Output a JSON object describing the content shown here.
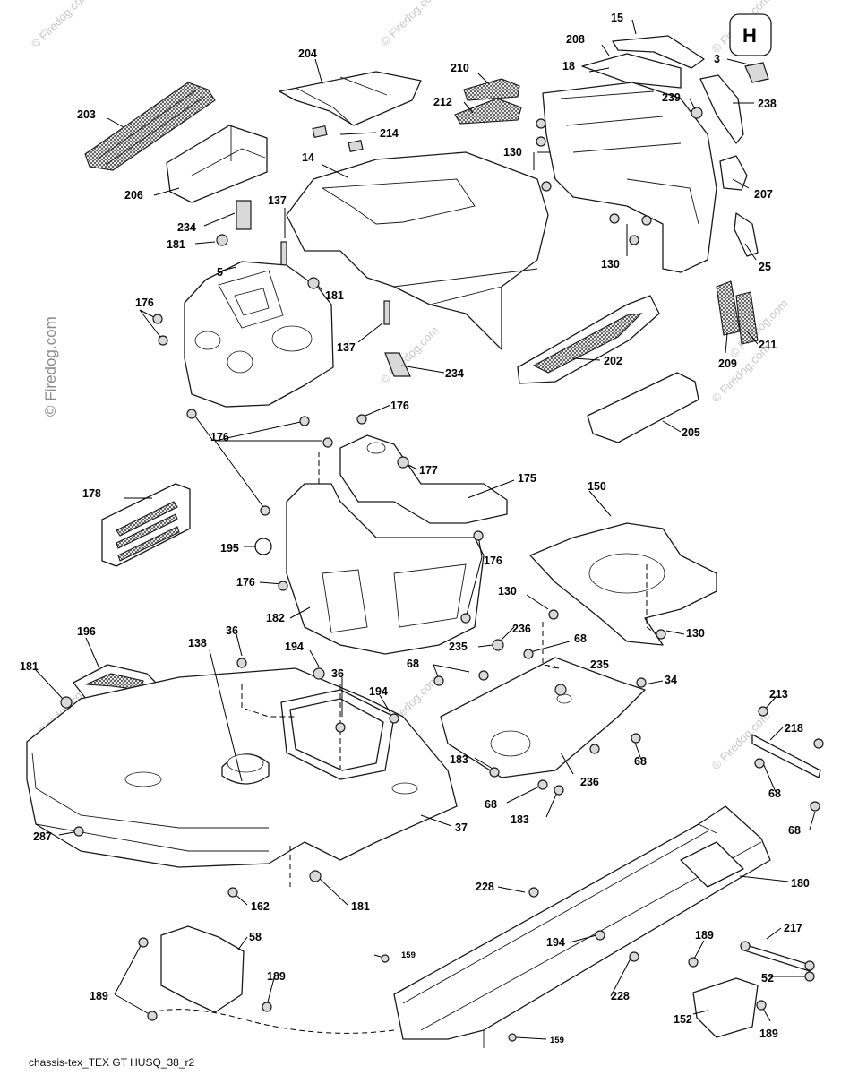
{
  "caption": "chassis-tex_TEX GT HUSQ_38_r2",
  "watermark": "© Firedog.com",
  "labels": {
    "p15": "15",
    "p208": "208",
    "p3": "3",
    "p18": "18",
    "p204": "204",
    "p210": "210",
    "p212": "212",
    "p239": "239",
    "p238": "238",
    "p203": "203",
    "p214": "214",
    "p130a": "130",
    "p14": "14",
    "p206": "206",
    "p207": "207",
    "p137a": "137",
    "p234a": "234",
    "p181a": "181",
    "p130b": "130",
    "p25": "25",
    "p5": "5",
    "p181b": "181",
    "p176a": "176",
    "p137b": "137",
    "p234b": "234",
    "p202": "202",
    "p211": "211",
    "p209": "209",
    "p176b": "176",
    "p205": "205",
    "p176c": "176",
    "p177": "177",
    "p175": "175",
    "p178": "178",
    "p150": "150",
    "p195": "195",
    "p176d": "176",
    "p176e": "176",
    "p130c": "130",
    "p182": "182",
    "p236a": "236",
    "p196": "196",
    "p138": "138",
    "p36a": "36",
    "p194a": "194",
    "p36b": "36",
    "p235a": "235",
    "p68a": "68",
    "p130d": "130",
    "p181c": "181",
    "p68b": "68",
    "p235b": "235",
    "p194b": "194",
    "p34": "34",
    "p213": "213",
    "p218": "218",
    "p183a": "183",
    "p68c": "68",
    "p236b": "236",
    "p68d": "68",
    "p68e": "68",
    "p183b": "183",
    "p68f": "68",
    "p287": "287",
    "p37": "37",
    "p228a": "228",
    "p180": "180",
    "p162": "162",
    "p181d": "181",
    "p58": "58",
    "p217": "217",
    "p189a": "189",
    "p194c": "194",
    "p189b": "189",
    "p159a": "159",
    "p52": "52",
    "p189c": "189",
    "p228b": "228",
    "p152": "152",
    "p189d": "189",
    "p159b": "159"
  }
}
